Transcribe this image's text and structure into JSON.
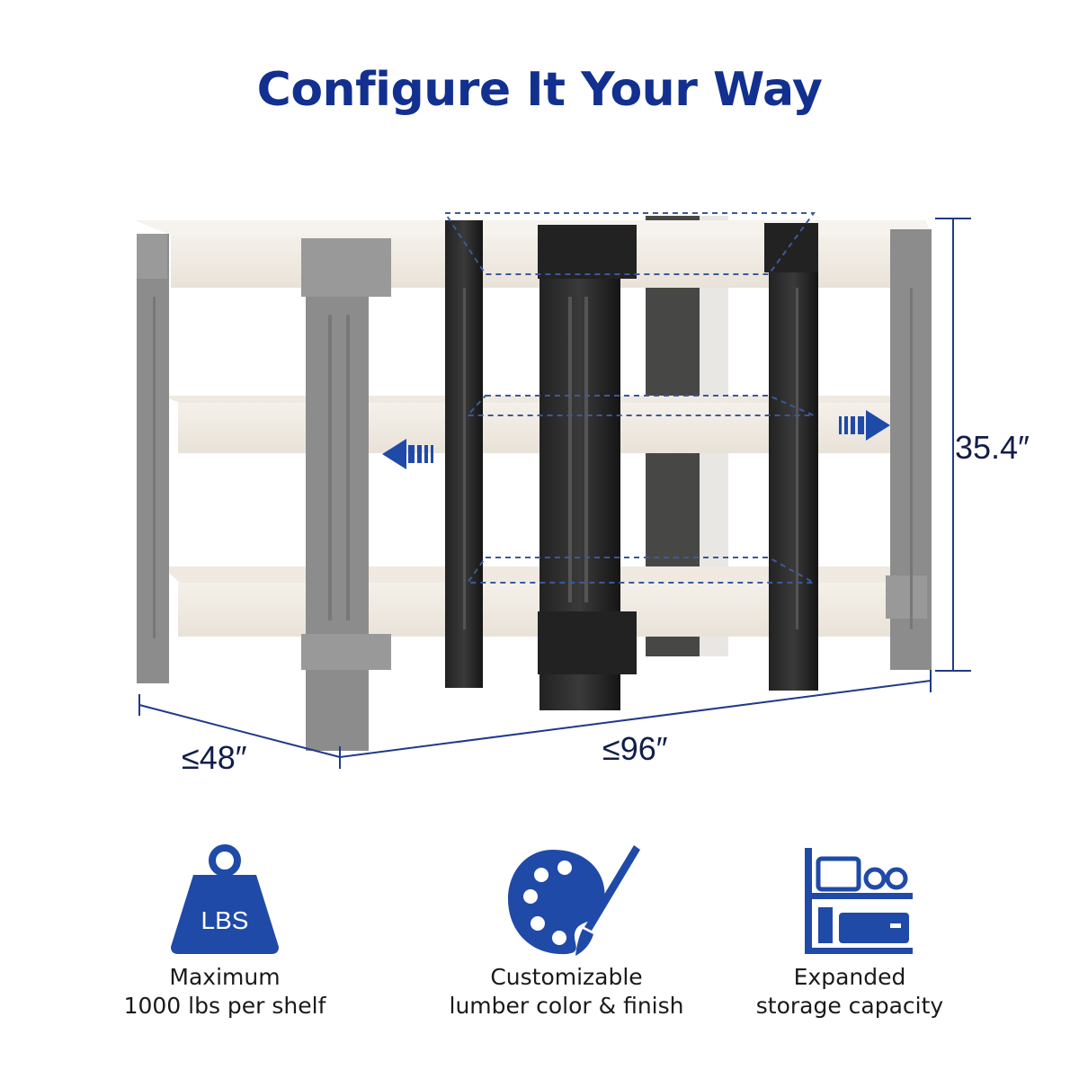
{
  "title": "Configure It Your Way",
  "dimensions": {
    "height": "35.4″",
    "width": "≤96″",
    "depth": "≤48″"
  },
  "features": [
    {
      "icon": "weight-lbs-icon",
      "badge": "LBS",
      "line1": "Maximum",
      "line2": "1000 lbs per shelf"
    },
    {
      "icon": "palette-brush-icon",
      "line1": "Customizable",
      "line2": "lumber color & finish"
    },
    {
      "icon": "storage-shelf-icon",
      "line1": "Expanded",
      "line2": "storage capacity"
    }
  ],
  "colors": {
    "brand_blue": "#12308f",
    "icon_blue": "#1f4aa8",
    "dim_text": "#111d4a"
  }
}
